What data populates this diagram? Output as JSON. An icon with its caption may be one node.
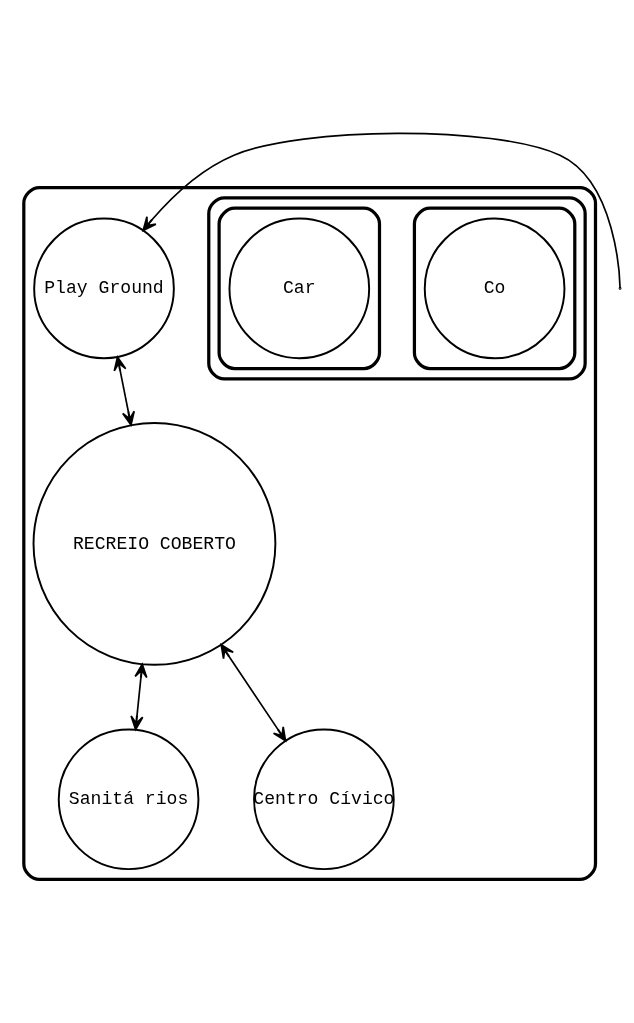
{
  "diagram": {
    "nodes": [
      {
        "text": [],
        "shape": "box"
      },
      {
        "text": [
          "Play Ground"
        ],
        "in": 0
      },
      {
        "text": [
          "RECREIO COBERTO"
        ],
        "in": 0
      },
      {
        "text": [
          "Sanitá rios"
        ],
        "in": 0
      },
      {
        "text": [
          "Centro Cívico"
        ],
        "in": 0
      },
      {
        "text": [],
        "shape": "box",
        "in": 0
      },
      {
        "text": [],
        "shape": "box",
        "in": 5
      },
      {
        "text": [
          "Co"
        ],
        "in": 6
      },
      {
        "text": [],
        "shape": "box",
        "in": 5
      },
      {
        "text": [
          "Car"
        ],
        "in": 8
      }
    ],
    "edges": [
      {
        "from": null,
        "to": 1,
        "arrow": "to"
      },
      {
        "from": 1,
        "to": 2,
        "arrow": "both"
      },
      {
        "from": 2,
        "to": 3,
        "arrow": "both"
      },
      {
        "from": 2,
        "to": 4,
        "arrow": "both"
      }
    ]
  }
}
